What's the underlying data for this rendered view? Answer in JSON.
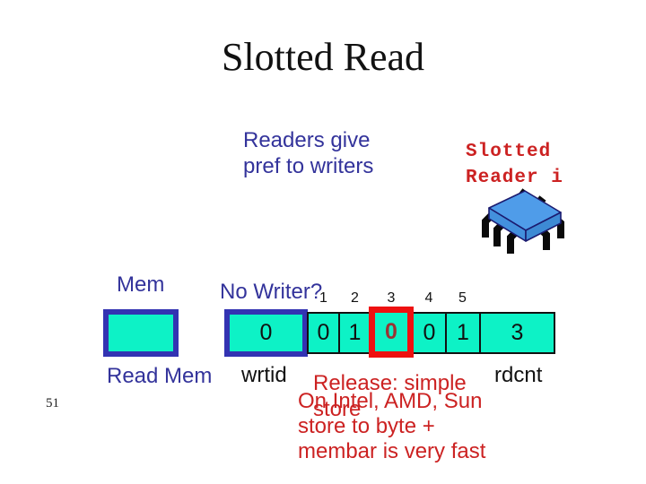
{
  "slide": {
    "title": "Slotted Read",
    "page_number": "51"
  },
  "notes": {
    "readers_pref": "Readers give\npref to writers",
    "slotted_reader": "Slotted\nReader i",
    "release": "Release: simple\nstore",
    "on_intel": "On Intel, AMD, Sun\nstore to byte +\nmembar is very fast"
  },
  "labels": {
    "mem": "Mem",
    "no_writer": "No Writer?",
    "read_mem": "Read Mem",
    "wrtid": "wrtid",
    "rdcnt": "rdcnt"
  },
  "slots": {
    "indices": [
      "1",
      "2",
      "3",
      "4",
      "5"
    ],
    "wrtid_value": "0",
    "cells": [
      {
        "index": "1",
        "value": "0",
        "highlight": false
      },
      {
        "index": "2",
        "value": "1",
        "highlight": false
      },
      {
        "index": "3",
        "value": "0",
        "highlight": true
      },
      {
        "index": "4",
        "value": "0",
        "highlight": false
      },
      {
        "index": "5",
        "value": "1",
        "highlight": false
      }
    ],
    "rdcnt_value": "3"
  },
  "icons": {
    "chip": "blue-ic-chip"
  },
  "colors": {
    "slot_fill": "#0df2c6",
    "slot_border_blue": "#3333b2",
    "highlight_border_red": "#ee1111",
    "text_blue": "#33339b",
    "text_red": "#cc2222",
    "chip_blue": "#4f9ce9"
  }
}
